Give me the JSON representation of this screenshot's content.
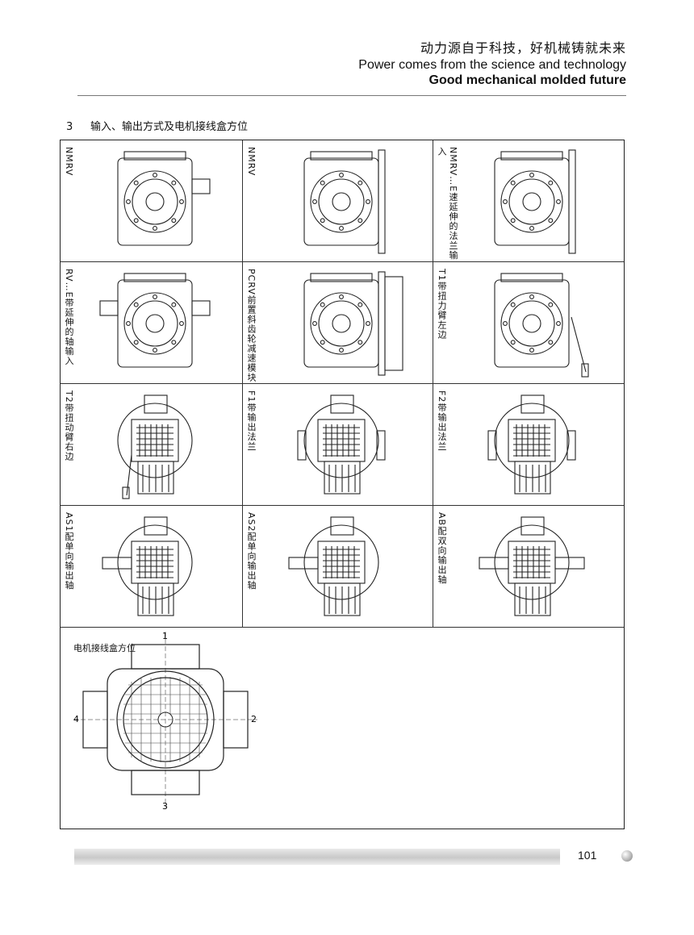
{
  "header": {
    "slogan_cn": "动力源自于科技，好机械铸就未来",
    "slogan_en_1": "Power comes from the science and technology",
    "slogan_en_2": "Good mechanical molded future"
  },
  "section": {
    "number": "3",
    "title": "输入、输出方式及电机接线盒方位"
  },
  "cells": [
    {
      "label": "NMRV",
      "icon": "gearbox-front-icon"
    },
    {
      "label": "NMRV",
      "icon": "gearbox-flange-icon"
    },
    {
      "label": "NMRV…E速延伸的法兰输入",
      "icon": "gearbox-flange-extended-icon"
    },
    {
      "label": "RV…E带延伸的轴输入",
      "icon": "gearbox-shaft-input-icon"
    },
    {
      "label": "PCRV前置斜齿轮减速模块",
      "icon": "gearbox-helical-module-icon"
    },
    {
      "label": "T1带扭力臂左边",
      "icon": "torque-arm-left-icon"
    },
    {
      "label": "T2带扭动臂右边",
      "icon": "torque-arm-right-icon"
    },
    {
      "label": "F1带输出法兰",
      "icon": "output-flange-f1-icon"
    },
    {
      "label": "F2带输出法兰",
      "icon": "output-flange-f2-icon"
    },
    {
      "label": "AS1配单向输出轴",
      "icon": "single-output-shaft-as1-icon"
    },
    {
      "label": "AS2配单向输出轴",
      "icon": "single-output-shaft-as2-icon"
    },
    {
      "label": "AB配双向输出轴",
      "icon": "double-output-shaft-icon"
    }
  ],
  "terminal_box": {
    "label": "电机接线盒方位",
    "positions": [
      "1",
      "2",
      "3",
      "4"
    ],
    "icon": "motor-terminal-box-icon"
  },
  "footer": {
    "page_number": "101"
  }
}
